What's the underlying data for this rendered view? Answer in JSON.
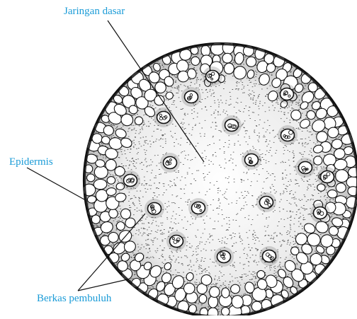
{
  "labels": {
    "ground_tissue": "Jaringan dasar",
    "epidermis": "Epidermis",
    "vascular_bundles": "Berkas pembuluh"
  },
  "colors": {
    "label_text": "#1a9bd7",
    "ink": "#111111",
    "paper": "#ffffff"
  }
}
